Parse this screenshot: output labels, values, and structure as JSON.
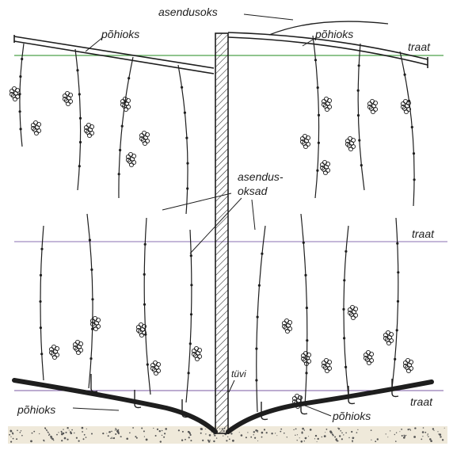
{
  "labels": {
    "top_center": "asendusoks",
    "top_left": "põhioks",
    "top_right": "põhioks",
    "wire_top": "traat",
    "middle_line1": "asendus-",
    "middle_line2": "oksad",
    "wire_middle": "traat",
    "trunk": "tüvi",
    "bottom_left": "põhioks",
    "bottom_right": "põhioks",
    "wire_bottom": "traat"
  },
  "colors": {
    "ink": "#1e1e1e",
    "wire_top": "#4da24a",
    "wire_middle": "#8a6fb0",
    "wire_bottom": "#7a5aa0",
    "ground": "#efe9da"
  }
}
